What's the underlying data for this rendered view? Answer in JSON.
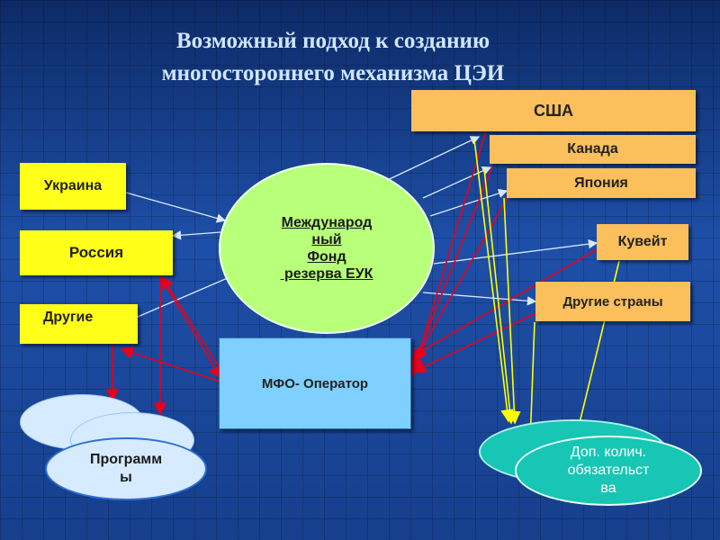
{
  "title_line1": "Возможный подход к созданию",
  "title_line2": "многостороннего механизма ЦЭИ",
  "left_boxes": {
    "ukraine": "Украина",
    "russia": "Россия",
    "others": "Другие"
  },
  "right_boxes": {
    "usa": "США",
    "canada": "Канада",
    "japan": "Япония",
    "kuwait": "Кувейт",
    "other_countries": "Другие страны"
  },
  "center": {
    "fund_line1": "Международ",
    "fund_line2": "ный",
    "fund_line3": "Фонд",
    "fund_line4": " резерва ЕУК",
    "operator": "МФО- Оператор"
  },
  "bottom": {
    "programs_line1": "Программ",
    "programs_line2": "ы",
    "extra_line1": "Доп. колич.",
    "extra_line2": "обязательст",
    "extra_line3": "ва"
  },
  "colors": {
    "yellow_box": "#ffff1a",
    "orange_box": "#fbbf5c",
    "fund": "#b8ff7a",
    "operator": "#7fd0ff",
    "red_arrow": "#e8001c",
    "yellow_arrow": "#ffff00"
  }
}
